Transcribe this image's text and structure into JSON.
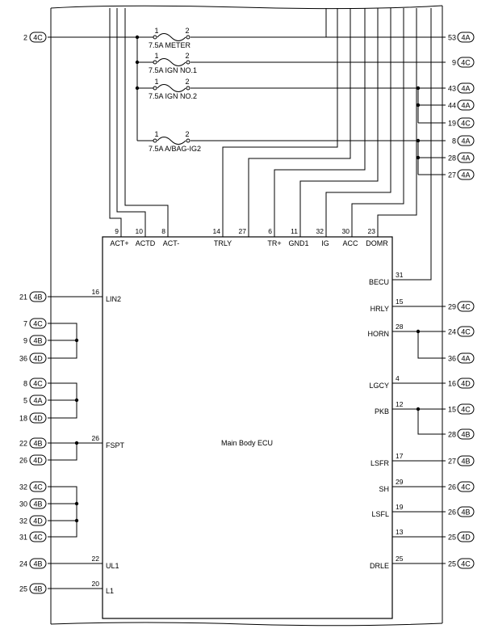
{
  "ecu_label": "Main Body ECU",
  "fuses": [
    {
      "name": "7.5A METER",
      "p1": "1",
      "p2": "2"
    },
    {
      "name": "7.5A IGN NO.1",
      "p1": "1",
      "p2": "2"
    },
    {
      "name": "7.5A IGN NO.2",
      "p1": "1",
      "p2": "2"
    },
    {
      "name": "7.5A A/BAG-IG2",
      "p1": "1",
      "p2": "2"
    }
  ],
  "top_pins": [
    {
      "num": "9",
      "label": "ACT+"
    },
    {
      "num": "10",
      "label": "ACTD"
    },
    {
      "num": "8",
      "label": "ACT-"
    },
    {
      "num": "14",
      "label": "TRLY"
    },
    {
      "num": "27",
      "label": ""
    },
    {
      "num": "6",
      "label": "TR+"
    },
    {
      "num": "11",
      "label": "GND1"
    },
    {
      "num": "32",
      "label": "IG"
    },
    {
      "num": "30",
      "label": "ACC"
    },
    {
      "num": "23",
      "label": "DOMR"
    }
  ],
  "left_pins": [
    {
      "num": "16",
      "label": "LIN2"
    },
    {
      "num": "26",
      "label": "FSPT"
    },
    {
      "num": "22",
      "label": "UL1"
    },
    {
      "num": "20",
      "label": "L1"
    }
  ],
  "right_pins": [
    {
      "num": "31",
      "label": "BECU"
    },
    {
      "num": "15",
      "label": "HRLY"
    },
    {
      "num": "28",
      "label": "HORN"
    },
    {
      "num": "4",
      "label": "LGCY"
    },
    {
      "num": "12",
      "label": "PKB"
    },
    {
      "num": "17",
      "label": "LSFR"
    },
    {
      "num": "29",
      "label": "SH"
    },
    {
      "num": "19",
      "label": "LSFL"
    },
    {
      "num": "13",
      "label": ""
    },
    {
      "num": "25",
      "label": "DRLE"
    }
  ],
  "left_connectors": [
    {
      "num": "2",
      "conn": "4C"
    },
    {
      "num": "21",
      "conn": "4B"
    },
    {
      "num": "7",
      "conn": "4C"
    },
    {
      "num": "9",
      "conn": "4B"
    },
    {
      "num": "36",
      "conn": "4D"
    },
    {
      "num": "8",
      "conn": "4C"
    },
    {
      "num": "5",
      "conn": "4A"
    },
    {
      "num": "18",
      "conn": "4D"
    },
    {
      "num": "22",
      "conn": "4B"
    },
    {
      "num": "26",
      "conn": "4D"
    },
    {
      "num": "32",
      "conn": "4C"
    },
    {
      "num": "30",
      "conn": "4B"
    },
    {
      "num": "32",
      "conn": "4D"
    },
    {
      "num": "31",
      "conn": "4C"
    },
    {
      "num": "24",
      "conn": "4B"
    },
    {
      "num": "25",
      "conn": "4B"
    }
  ],
  "right_connectors": [
    {
      "num": "53",
      "conn": "4A"
    },
    {
      "num": "9",
      "conn": "4C"
    },
    {
      "num": "43",
      "conn": "4A"
    },
    {
      "num": "44",
      "conn": "4A"
    },
    {
      "num": "19",
      "conn": "4C"
    },
    {
      "num": "8",
      "conn": "4A"
    },
    {
      "num": "28",
      "conn": "4A"
    },
    {
      "num": "27",
      "conn": "4A"
    },
    {
      "num": "29",
      "conn": "4C"
    },
    {
      "num": "24",
      "conn": "4C"
    },
    {
      "num": "36",
      "conn": "4A"
    },
    {
      "num": "16",
      "conn": "4D"
    },
    {
      "num": "15",
      "conn": "4C"
    },
    {
      "num": "28",
      "conn": "4B"
    },
    {
      "num": "27",
      "conn": "4B"
    },
    {
      "num": "26",
      "conn": "4C"
    },
    {
      "num": "26",
      "conn": "4B"
    },
    {
      "num": "25",
      "conn": "4D"
    },
    {
      "num": "25",
      "conn": "4C"
    }
  ]
}
